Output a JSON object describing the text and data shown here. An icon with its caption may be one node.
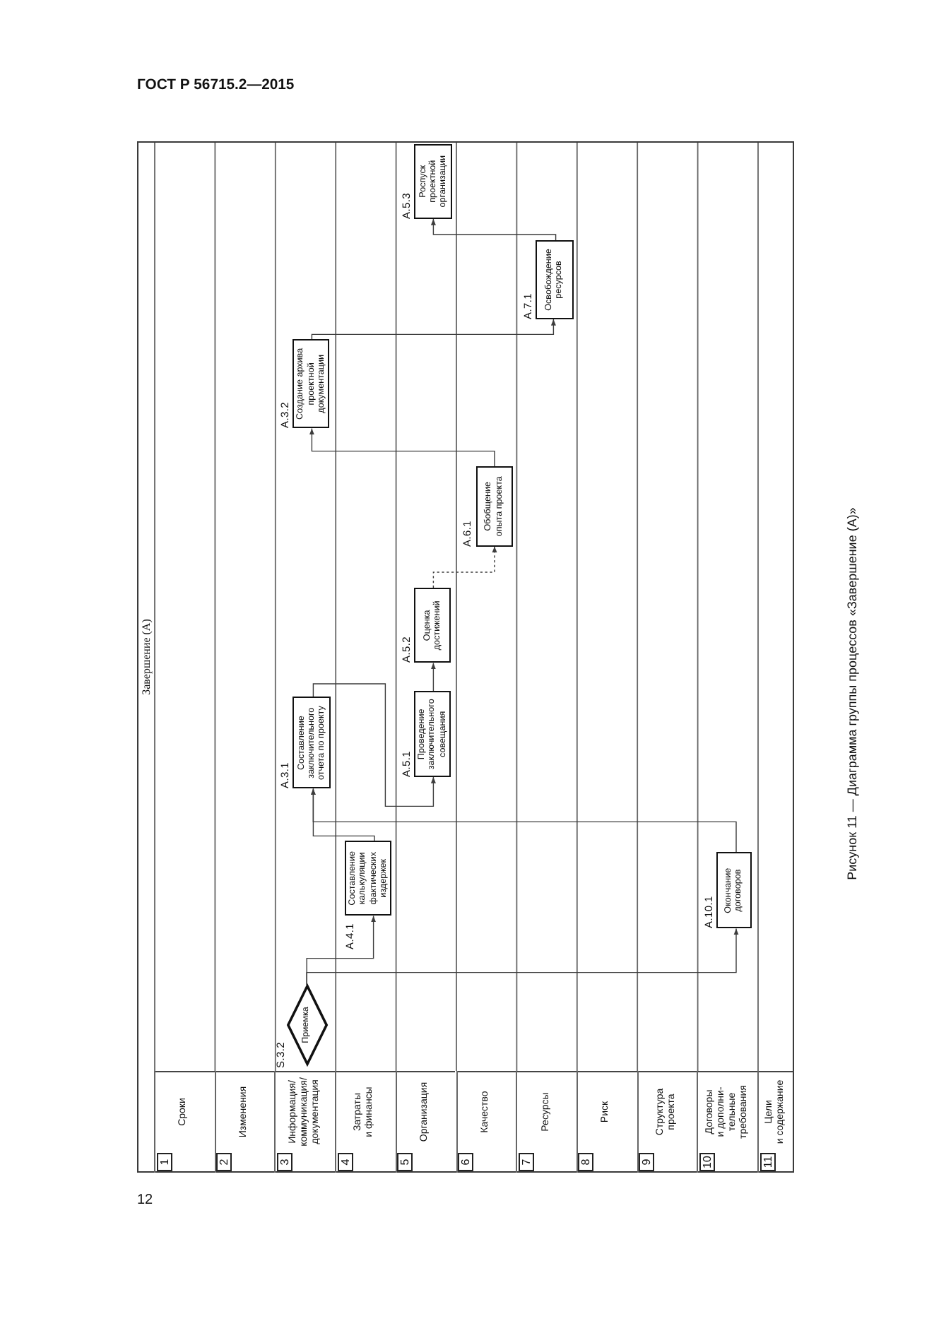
{
  "diagram": {
    "caption": "Рисунок 11 — Диаграмма группы процессов «Завершение (А)»",
    "nodes": [
      {
        "text": [
          "Завершение (А)"
        ]
      },
      {
        "text": [
          "1",
          "Сроки"
        ],
        "in": 0
      },
      {
        "text": [
          "2",
          "Изменения"
        ],
        "in": 0
      },
      {
        "text": [
          "3",
          "Информация/ коммуникация/ документация"
        ],
        "in": 0
      },
      {
        "text": [
          "4",
          "Затраты и финансы"
        ],
        "in": 0
      },
      {
        "text": [
          "5",
          "Организация"
        ],
        "in": 0
      },
      {
        "text": [
          "6",
          "Качество"
        ],
        "in": 0
      },
      {
        "text": [
          "7",
          "Ресурсы"
        ],
        "in": 0
      },
      {
        "text": [
          "8",
          "Риск"
        ],
        "in": 0
      },
      {
        "text": [
          "9",
          "Структура проекта"
        ],
        "in": 0
      },
      {
        "text": [
          "10",
          "Договоры и дополни- тельные требования"
        ],
        "in": 0
      },
      {
        "text": [
          "11",
          "Цели и содержание"
        ],
        "in": 0
      },
      {
        "text": [
          "Приемка"
        ],
        "in": 0,
        "beside": [
          "S.3.2"
        ]
      },
      {
        "text": [
          "Окончание договоров"
        ],
        "in": 0,
        "beside": [
          "А.10.1"
        ]
      },
      {
        "text": [
          "Составление калькуляции фактических издержек"
        ],
        "in": 0,
        "beside": [
          "А.4.1"
        ]
      },
      {
        "text": [
          "Составление заключительного отчета по проекту"
        ],
        "in": 0,
        "beside": [
          "А.3.1"
        ]
      },
      {
        "text": [
          "Проведение заключительного совещания"
        ],
        "in": 0,
        "beside": [
          "А.5.1"
        ]
      },
      {
        "text": [
          "Оценка достижений"
        ],
        "in": 0,
        "beside": [
          "А.5.2"
        ]
      },
      {
        "text": [
          "Обобщение опыта проекта"
        ],
        "in": 0,
        "beside": [
          "А.6.1"
        ]
      },
      {
        "text": [
          "Создание архива проектной документации"
        ],
        "in": 0,
        "beside": [
          "А.3.2"
        ]
      },
      {
        "text": [
          "Освобождение ресурсов"
        ],
        "in": 0,
        "beside": [
          "А.7.1"
        ]
      },
      {
        "text": [
          "Роспуск проектной организации"
        ],
        "in": 0,
        "beside": [
          "А.5.3"
        ]
      }
    ],
    "edges": [
      {
        "from": 12,
        "to": 13,
        "arrow": "to"
      },
      {
        "from": 12,
        "to": 14,
        "arrow": "to"
      },
      {
        "from": 13,
        "to": 15,
        "arrow": "to"
      },
      {
        "from": 14,
        "to": 15,
        "arrow": "to"
      },
      {
        "from": 15,
        "to": 16,
        "arrow": "to"
      },
      {
        "from": 16,
        "to": 17,
        "arrow": "to"
      },
      {
        "from": 17,
        "to": 18,
        "arrow": "to",
        "style": "dashed"
      },
      {
        "from": 18,
        "to": 19,
        "arrow": "to"
      },
      {
        "from": 19,
        "to": 20,
        "arrow": "to"
      },
      {
        "from": 20,
        "to": 21,
        "arrow": "to"
      }
    ],
    "labels": [
      "ГОСТ Р 56715.2—2015",
      "12"
    ]
  }
}
